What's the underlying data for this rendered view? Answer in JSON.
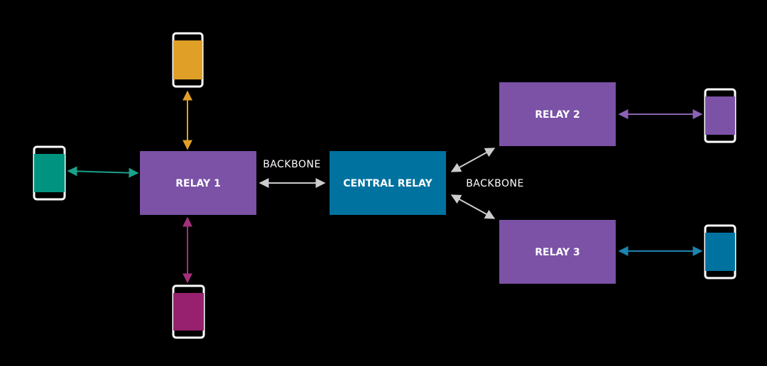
{
  "diagram": {
    "nodes": {
      "relay1": {
        "label": "RELAY 1",
        "color": "#7b52a6"
      },
      "relay2": {
        "label": "RELAY 2",
        "color": "#7b52a6"
      },
      "relay3": {
        "label": "RELAY 3",
        "color": "#7b52a6"
      },
      "central": {
        "label": "CENTRAL RELAY",
        "color": "#00729f"
      }
    },
    "edge_labels": {
      "backbone_left": "BACKBONE",
      "backbone_right": "BACKBONE"
    },
    "devices": [
      {
        "name": "device-top",
        "icon": "phone-icon",
        "color": "#e0a028",
        "connects_to": "RELAY 1"
      },
      {
        "name": "device-left",
        "icon": "phone-icon",
        "color": "#009480",
        "connects_to": "RELAY 1"
      },
      {
        "name": "device-bottom",
        "icon": "phone-icon",
        "color": "#97206f",
        "connects_to": "RELAY 1"
      },
      {
        "name": "device-relay2",
        "icon": "phone-icon",
        "color": "#7b52a6",
        "connects_to": "RELAY 2"
      },
      {
        "name": "device-relay3",
        "icon": "phone-icon",
        "color": "#00729f",
        "connects_to": "RELAY 3"
      }
    ],
    "link_colors": {
      "backbone": "#cccccc",
      "top": "#e0a028",
      "left": "#1aa08c",
      "bottom": "#a3307c",
      "relay2": "#8b62b6",
      "relay3": "#1b84b0"
    }
  }
}
